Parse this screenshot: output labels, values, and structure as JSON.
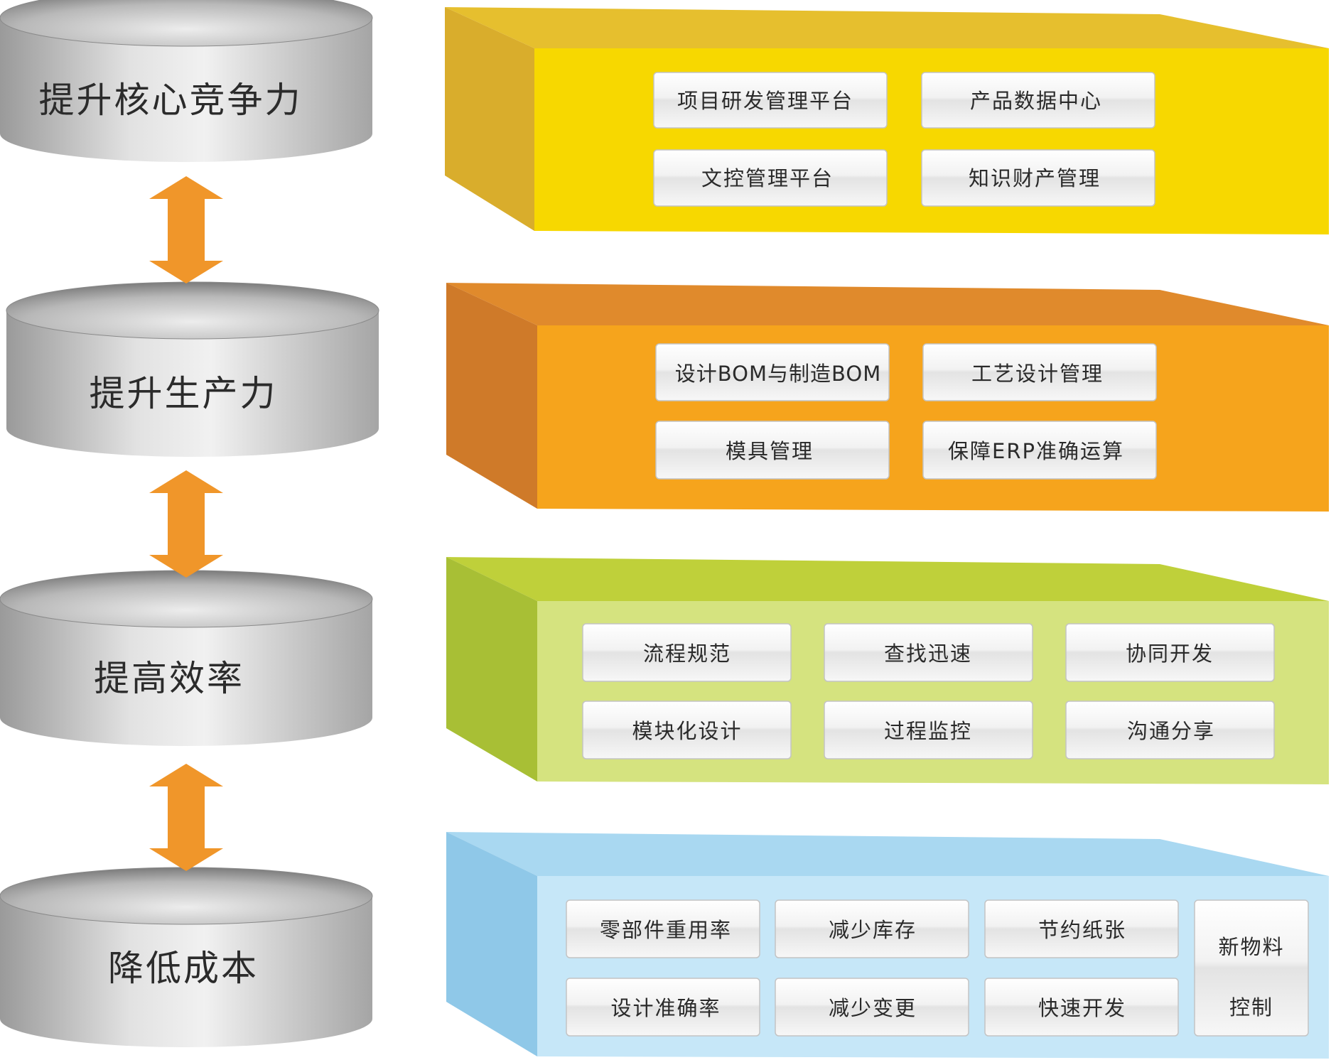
{
  "goals": [
    {
      "label": "提升核心竞争力"
    },
    {
      "label": "提升生产力"
    },
    {
      "label": "提高效率"
    },
    {
      "label": "降低成本"
    }
  ],
  "layers": [
    {
      "colors": {
        "front": "#f7d800",
        "top": "#e6bf2e",
        "side": "#d9ad2c"
      },
      "items": [
        "项目研发管理平台",
        "产品数据中心",
        "文控管理平台",
        "知识财产管理"
      ]
    },
    {
      "colors": {
        "front": "#f6a41c",
        "top": "#e08a2c",
        "side": "#cf7a29"
      },
      "items": [
        "设计BOM与制造BOM",
        "工艺设计管理",
        "模具管理",
        "保障ERP准确运算"
      ]
    },
    {
      "colors": {
        "front": "#d5e37f",
        "top": "#bfd03a",
        "side": "#a8bf35"
      },
      "items": [
        "流程规范",
        "查找迅速",
        "协同开发",
        "模块化设计",
        "过程监控",
        "沟通分享"
      ]
    },
    {
      "colors": {
        "front": "#c6e7f8",
        "top": "#a9d8f1",
        "side": "#8fc8e8"
      },
      "items": [
        "零部件重用率",
        "减少库存",
        "节约纸张",
        "设计准确率",
        "减少变更",
        "快速开发"
      ],
      "tall_item": [
        "新物料",
        "控制"
      ]
    }
  ],
  "arrow_color": "#f0962a"
}
